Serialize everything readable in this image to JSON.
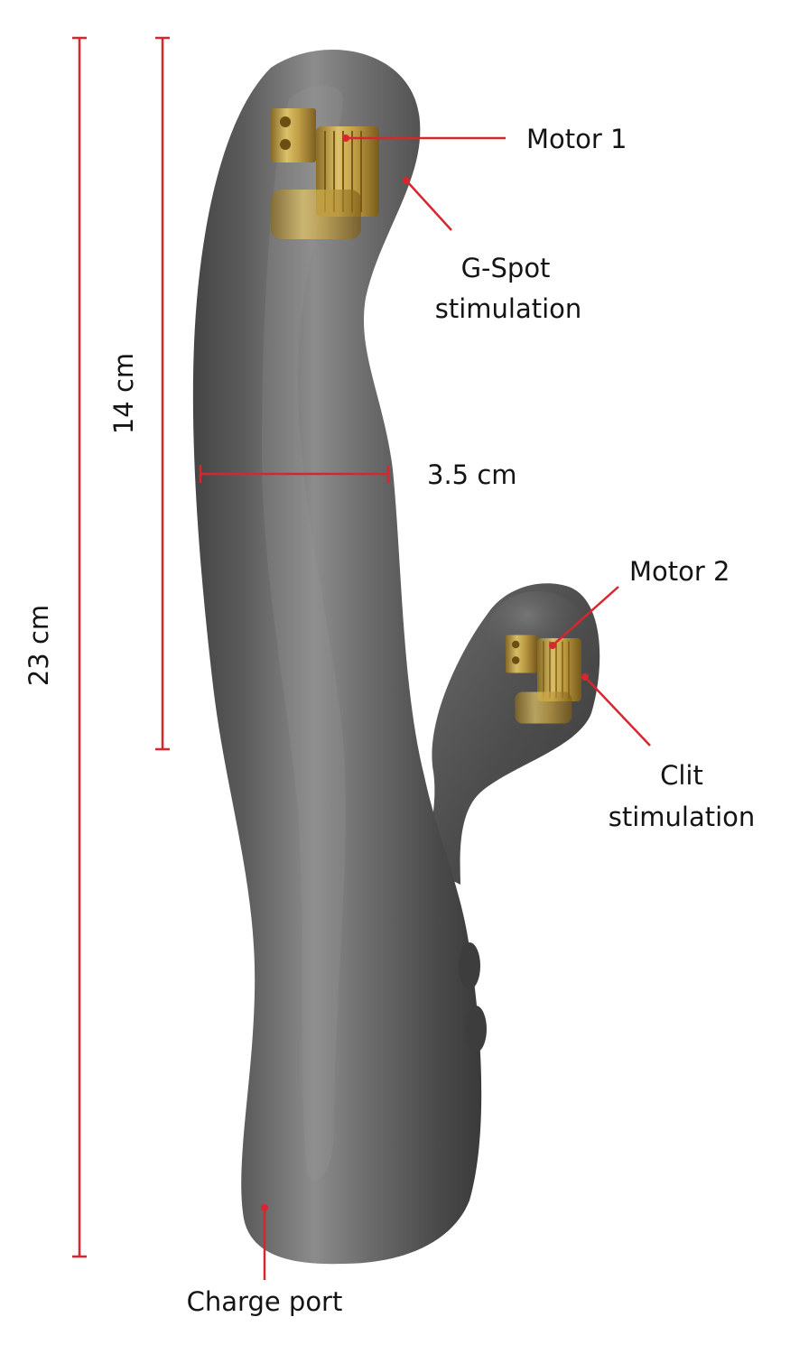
{
  "labels": {
    "motor_1": "Motor 1",
    "gspot_line1": "G-Spot",
    "gspot_line2": "stimulation",
    "width": "3.5 cm",
    "motor_2": "Motor 2",
    "clit_line1": "Clit",
    "clit_line2": "stimulation",
    "charge_port": "Charge port",
    "insertable_length": "14 cm",
    "total_length": "23 cm"
  },
  "colors": {
    "accent": "#d8262f",
    "body_dark": "#3b3b3b",
    "body_light": "#9a9a9a",
    "motor_gold": "#c9a441",
    "text": "#141414"
  },
  "icons": {
    "motor": "gold-motor-icon"
  }
}
